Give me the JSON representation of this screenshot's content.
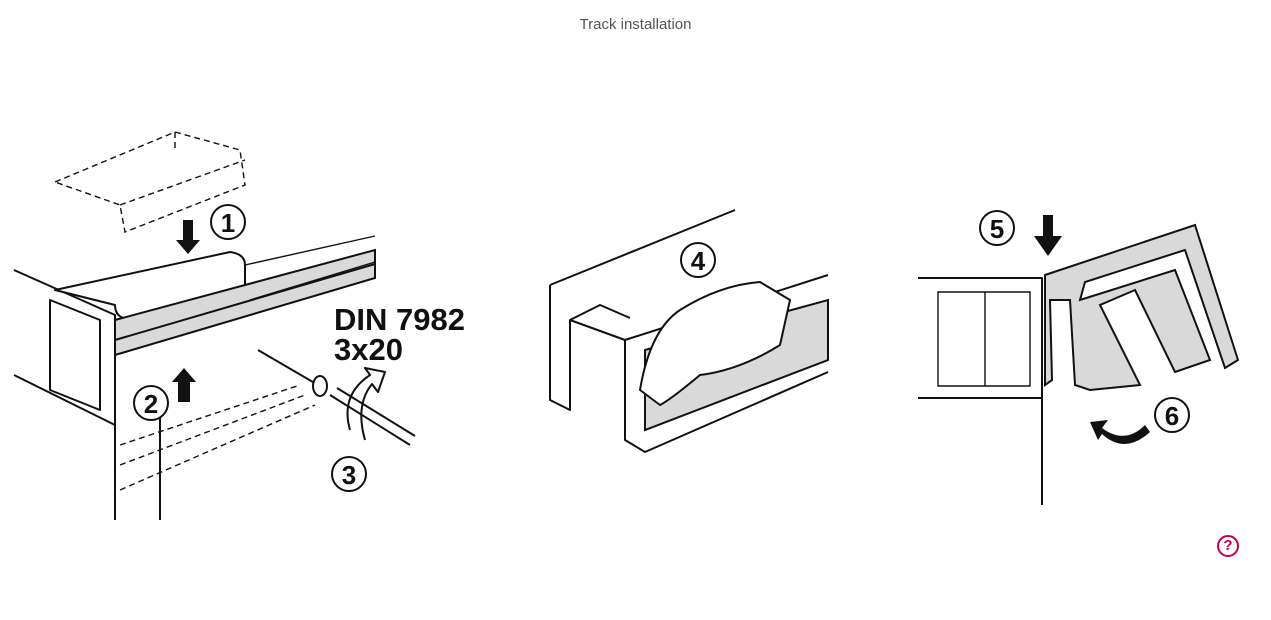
{
  "title": "Track installation",
  "steps": {
    "s1": "1",
    "s2": "2",
    "s3": "3",
    "s4": "4",
    "s5": "5",
    "s6": "6"
  },
  "screw_spec": {
    "standard": "DIN 7982",
    "size": "3x20"
  },
  "help_icon": "?",
  "colors": {
    "accent": "#c4004e",
    "fill_grey": "#d9d9d9"
  }
}
